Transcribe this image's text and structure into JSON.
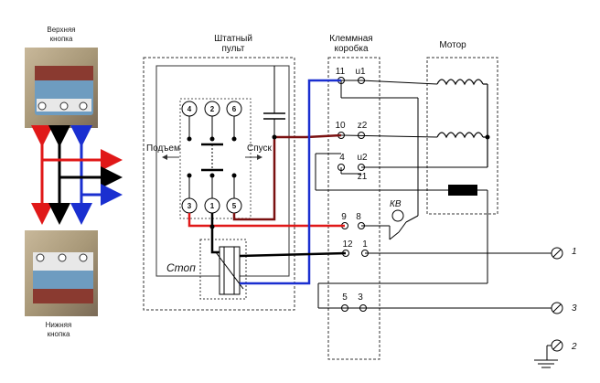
{
  "photos": {
    "upper_label_line1": "Верхняя",
    "upper_label_line2": "кнопка",
    "lower_label_line1": "Нижняя",
    "lower_label_line2": "кнопка"
  },
  "panel": {
    "title_line1": "Штатный",
    "title_line2": "пульт",
    "up_label": "Подъем",
    "down_label": "Спуск",
    "stop_label": "Стоп",
    "contacts": [
      "4",
      "2",
      "6",
      "3",
      "1",
      "5"
    ]
  },
  "terminal_box": {
    "title_line1": "Клеммная",
    "title_line2": "коробка",
    "rows": [
      {
        "left": "11",
        "right": "u1"
      },
      {
        "left": "10",
        "right": "z2"
      },
      {
        "left": "4",
        "right": "u2"
      },
      {
        "left": "",
        "right": "z1"
      },
      {
        "left": "9",
        "right": "8"
      },
      {
        "left": "12",
        "right": "1"
      },
      {
        "left": "5",
        "right": "3"
      }
    ]
  },
  "motor": {
    "title": "Мотор"
  },
  "limit_switch": {
    "label": "КВ"
  },
  "outputs": [
    "1",
    "3",
    "2"
  ],
  "colors": {
    "red": "#e01818",
    "blue": "#1a2fd0",
    "black": "#000000",
    "brown": "#7a1010"
  }
}
